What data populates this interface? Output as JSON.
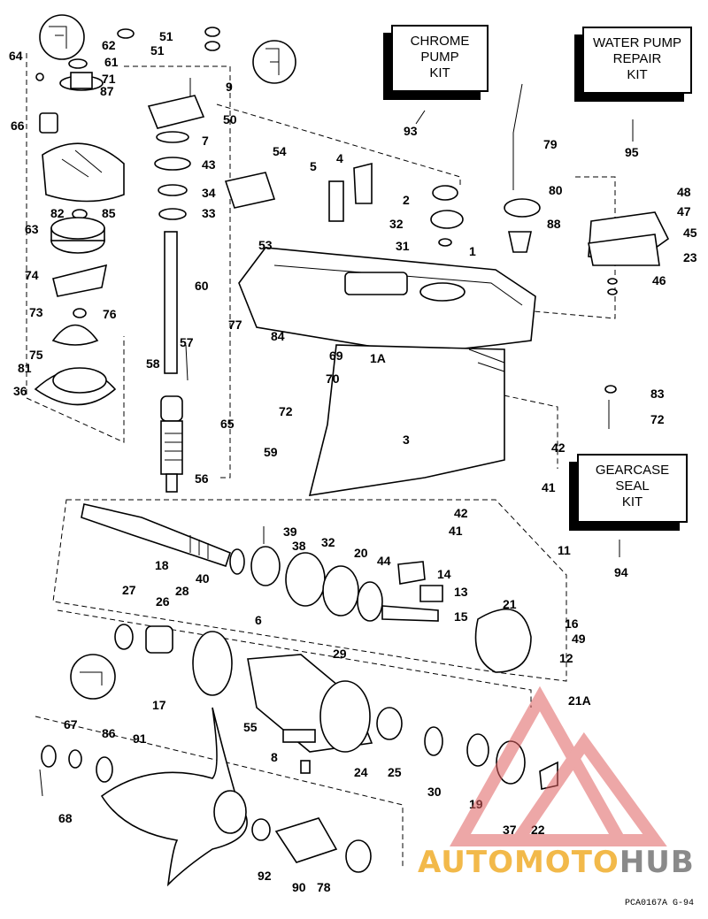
{
  "kits": {
    "chrome_pump": [
      "CHROME",
      "PUMP",
      "KIT"
    ],
    "water_pump": [
      "WATER PUMP",
      "REPAIR",
      "KIT"
    ],
    "gearcase_seal": [
      "GEARCASE",
      "SEAL",
      "KIT"
    ]
  },
  "kit_numbers": {
    "chrome_pump": "93",
    "water_pump": "95",
    "gearcase_seal": "94"
  },
  "callouts": [
    "64",
    "62",
    "61",
    "71",
    "87",
    "66",
    "82",
    "85",
    "63",
    "74",
    "76",
    "73",
    "75",
    "81",
    "36",
    "51",
    "51",
    "9",
    "50",
    "7",
    "43",
    "34",
    "33",
    "53",
    "60",
    "57",
    "58",
    "56",
    "54",
    "5",
    "4",
    "2",
    "32",
    "31",
    "1",
    "77",
    "84",
    "69",
    "65",
    "59",
    "72",
    "70",
    "1A",
    "3",
    "79",
    "80",
    "88",
    "48",
    "47",
    "45",
    "23",
    "46",
    "83",
    "72",
    "42",
    "41",
    "42",
    "41",
    "11",
    "39",
    "38",
    "32",
    "20",
    "44",
    "14",
    "13",
    "15",
    "18",
    "40",
    "27",
    "26",
    "28",
    "6",
    "17",
    "29",
    "21",
    "16",
    "49",
    "12",
    "21A",
    "55",
    "8",
    "24",
    "25",
    "30",
    "19",
    "37",
    "22",
    "67",
    "86",
    "91",
    "68",
    "92",
    "90",
    "78"
  ],
  "watermark": {
    "part1": "AUTOMOTO",
    "part2": "HUB"
  },
  "drawing_code": "PCA0167A  G-94"
}
